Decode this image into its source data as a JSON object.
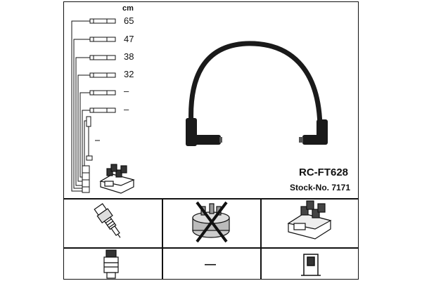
{
  "unit_label": "cm",
  "cable_lengths": [
    "65",
    "47",
    "38",
    "32",
    "–",
    "–"
  ],
  "product_code": "RC-FT628",
  "stock_number": "Stock-No. 7171",
  "compatibility_row_dash": "—",
  "colors": {
    "line": "#111111",
    "background": "#ffffff"
  }
}
